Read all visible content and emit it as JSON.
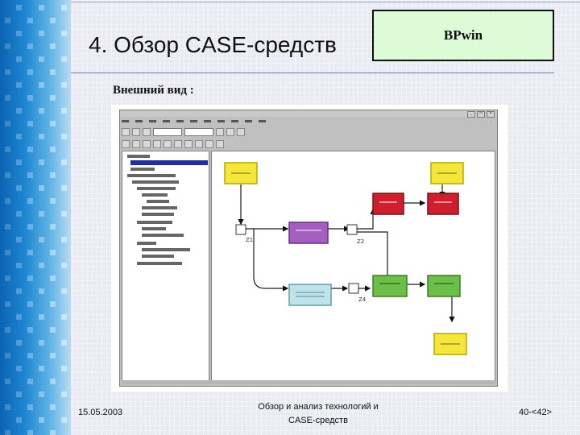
{
  "slide": {
    "title": "4. Обзор CASE-средств",
    "tool_name": "BPwin",
    "subtitle": "Внешний вид :"
  },
  "screenshot": {
    "window_buttons": [
      "_",
      "□",
      "×"
    ],
    "diagram_labels": [
      "Z1",
      "Z2",
      "Z4"
    ],
    "colors": {
      "yellow": "#f5e63a",
      "purple": "#a55fbf",
      "light_blue": "#bfe3ea",
      "red": "#cf1f2f",
      "green": "#6cbf48",
      "selection": "#1f2fa0"
    }
  },
  "footer": {
    "date": "15.05.2003",
    "center_line1": "Обзор и анализ технологий и",
    "center_line2": "CASE-средств",
    "page": "40-<42>"
  }
}
